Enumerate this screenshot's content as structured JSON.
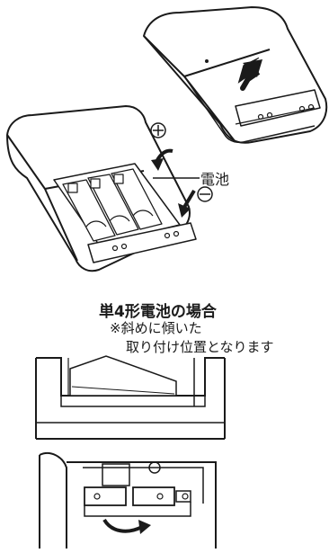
{
  "labels": {
    "battery": "電池",
    "aaa_title": "単4形電池の場合",
    "aaa_note_line1": "※斜めに傾いた",
    "aaa_note_line2": "取り付け位置となります"
  },
  "symbols": {
    "positive": "⊕",
    "negative": "⊖"
  },
  "icons": {
    "upper": "arrow-up-icon",
    "positive": "curved-arrow-icon",
    "negative": "arrow-down-left-icon",
    "bottom": "rotate-arrow-icon"
  }
}
